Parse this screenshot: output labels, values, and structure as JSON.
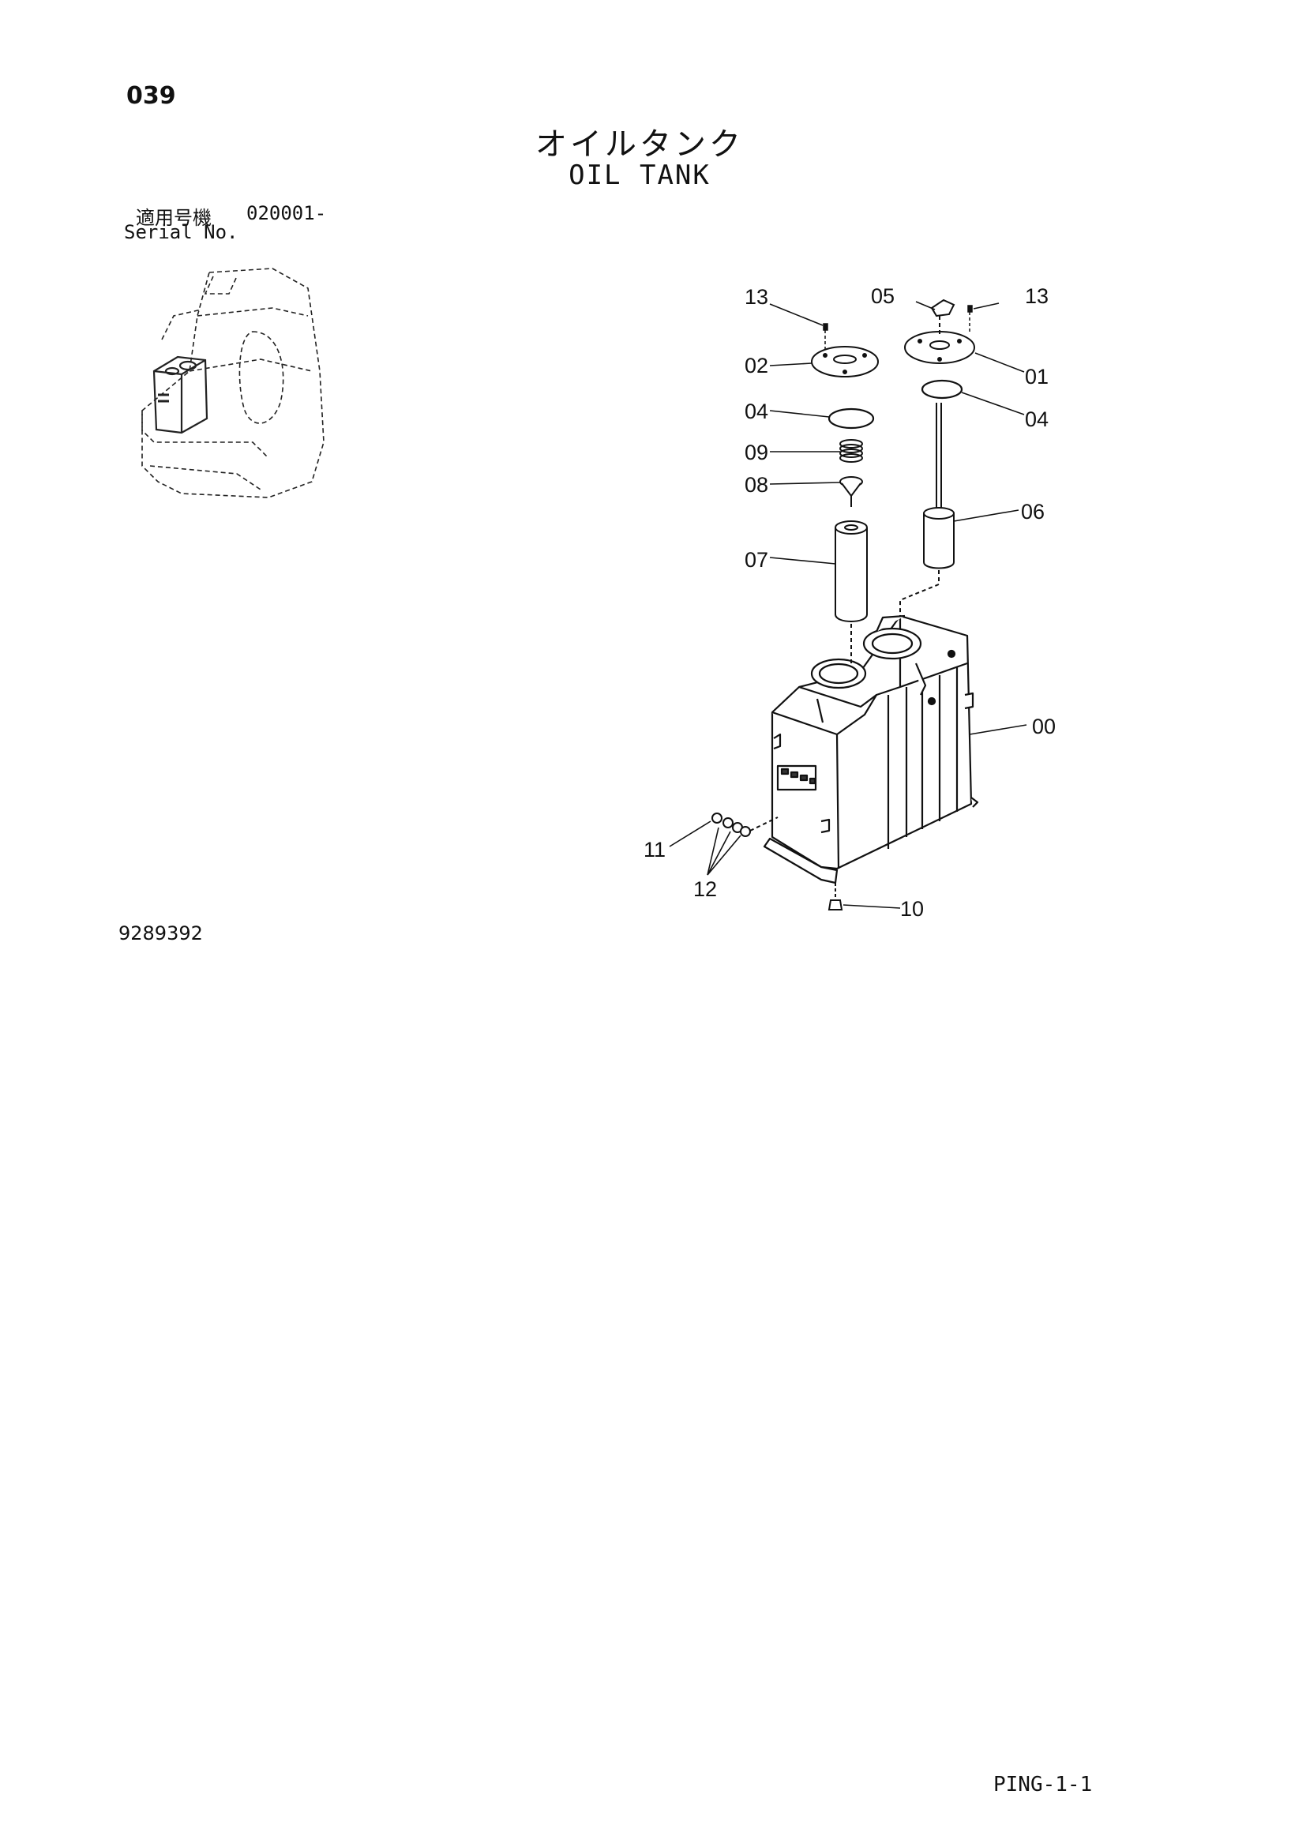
{
  "header": {
    "page_number": "039",
    "title_ja": "オイルタンク",
    "title_en": "OIL TANK",
    "serial_label_ja": "適用号機",
    "serial_value": "020001-",
    "serial_label_en": "Serial No."
  },
  "diagram": {
    "callouts": {
      "c00": "00",
      "c01": "01",
      "c02": "02",
      "c04a": "04",
      "c04b": "04",
      "c05": "05",
      "c06": "06",
      "c07": "07",
      "c08": "08",
      "c09": "09",
      "c10": "10",
      "c11": "11",
      "c12": "12",
      "c13a": "13",
      "c13b": "13"
    }
  },
  "footer": {
    "drawing_number": "9289392",
    "page_code": "PING-1-1"
  }
}
